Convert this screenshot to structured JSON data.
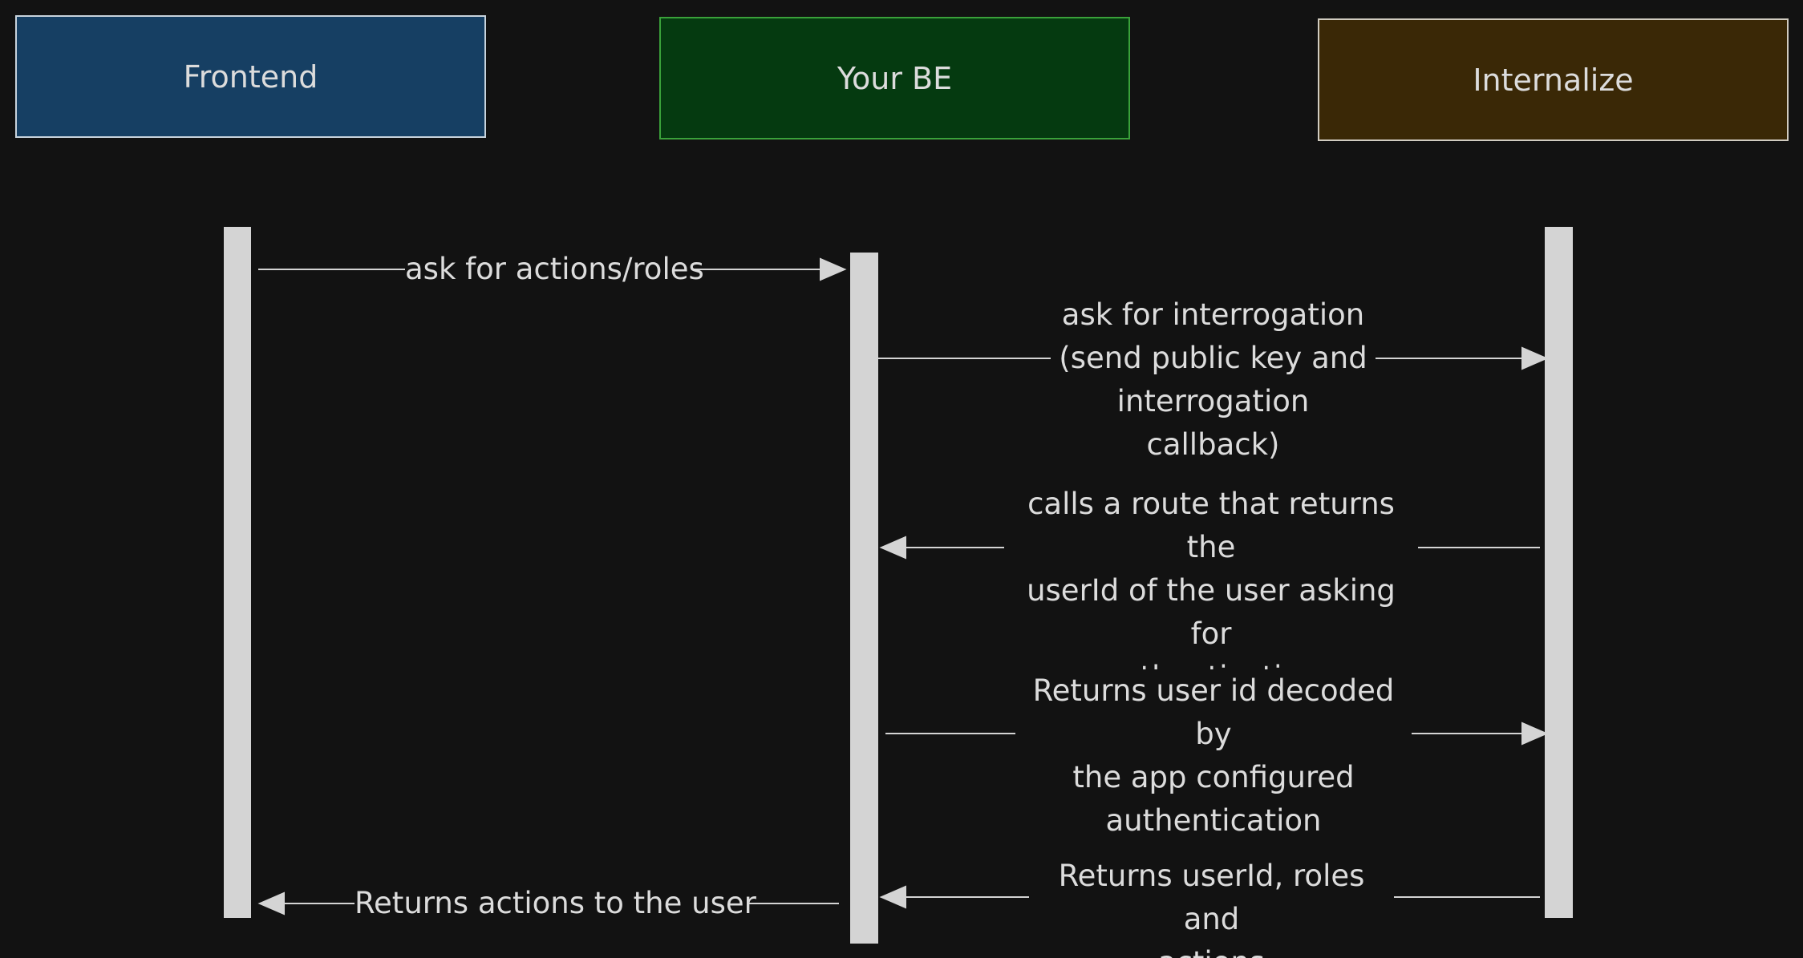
{
  "colors": {
    "background": "#121212",
    "frontend_fill": "#163f63",
    "frontend_border": "#c8d3dc",
    "be_fill": "#053a10",
    "be_border": "#3aa13a",
    "internalize_fill": "#3a2806",
    "internalize_border": "#d0cbc0",
    "lifeline": "#d4d4d4",
    "text": "#dcdcdc"
  },
  "actors": {
    "frontend": "Frontend",
    "backend": "Your BE",
    "internalize": "Internalize"
  },
  "messages": [
    {
      "from": "frontend",
      "to": "backend",
      "text": "ask for actions/roles"
    },
    {
      "from": "backend",
      "to": "internalize",
      "text": "ask for interrogation\n(send public key and\ninterrogation callback)"
    },
    {
      "from": "internalize",
      "to": "backend",
      "text": "calls a route that returns the\nuserId of the user asking for\nauthentication"
    },
    {
      "from": "backend",
      "to": "internalize",
      "text": "Returns user id decoded by\nthe app configured\nauthentication"
    },
    {
      "from": "internalize",
      "to": "backend",
      "text": "Returns userId, roles and\nactions"
    },
    {
      "from": "backend",
      "to": "frontend",
      "text": "Returns actions to the user"
    }
  ]
}
